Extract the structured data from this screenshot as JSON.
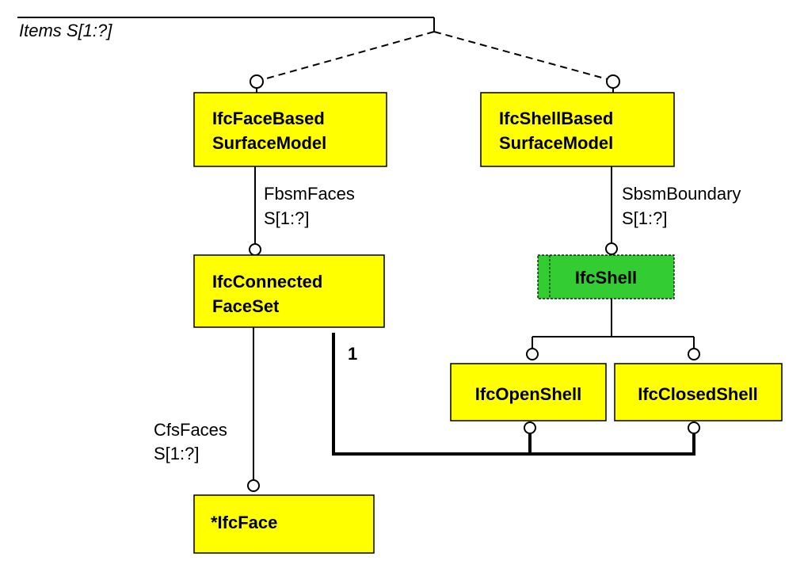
{
  "colors": {
    "entity_fill": "#ffff00",
    "shell_fill": "#33cc33",
    "stroke": "#000000"
  },
  "top_label": "Items S[1:?]",
  "entities": {
    "face_based": {
      "line1": "IfcFaceBased",
      "line2": "SurfaceModel"
    },
    "shell_based": {
      "line1": "IfcShellBased",
      "line2": "SurfaceModel"
    },
    "connected_face_set": {
      "line1": "IfcConnected",
      "line2": "FaceSet"
    },
    "shell": {
      "label": "IfcShell"
    },
    "open_shell": {
      "label": "IfcOpenShell"
    },
    "closed_shell": {
      "label": "IfcClosedShell"
    },
    "face": {
      "label": "*IfcFace"
    }
  },
  "relations": {
    "fbsm_faces": {
      "name": "FbsmFaces",
      "card": "S[1:?]"
    },
    "sbsm_boundary": {
      "name": "SbsmBoundary",
      "card": "S[1:?]"
    },
    "cfs_faces": {
      "name": "CfsFaces",
      "card": "S[1:?]"
    },
    "one": "1"
  }
}
